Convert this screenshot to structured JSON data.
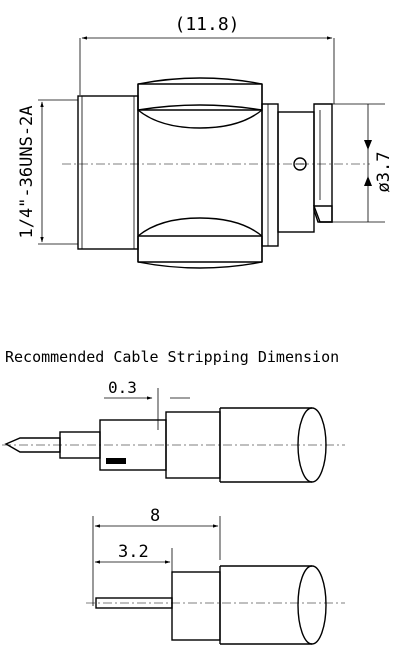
{
  "top": {
    "length_dim": "(11.8)",
    "thread_dim": "1/4\"-36UNS-2A",
    "diameter_dim": "ø3.7"
  },
  "stripping": {
    "title": "Recommended Cable Stripping Dimension",
    "dim_a": "0.3",
    "dim_b": "8",
    "dim_c": "3.2"
  }
}
